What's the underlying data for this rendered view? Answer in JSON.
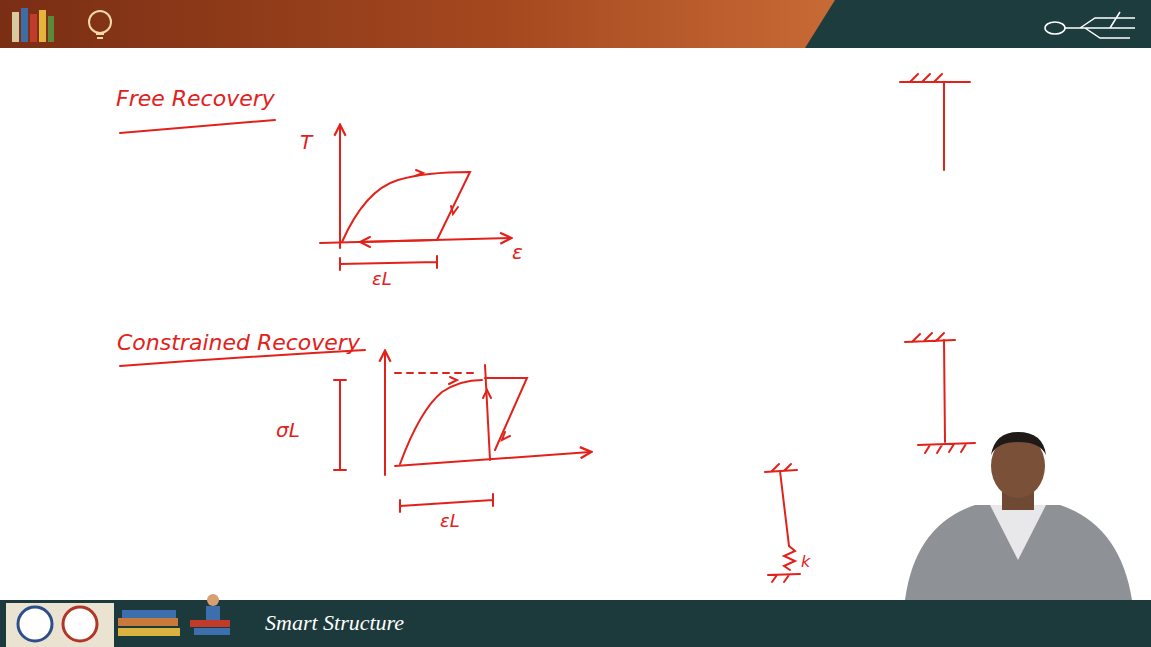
{
  "diagram": {
    "labels": [
      "Free Recovery",
      "T",
      "ε",
      "εL",
      "Constrained Recovery",
      "σL",
      "εL",
      "k",
      "Smart Structure"
    ]
  }
}
